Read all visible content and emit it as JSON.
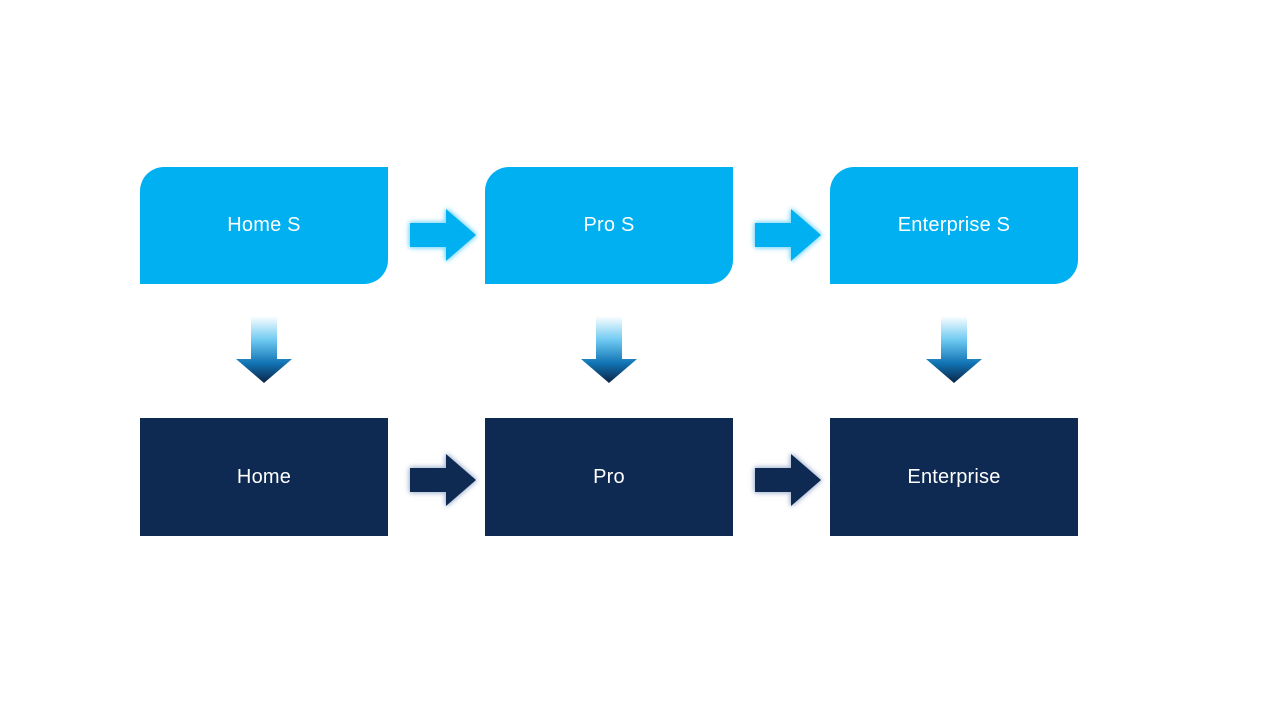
{
  "diagram": {
    "top_row": [
      {
        "label": "Home S"
      },
      {
        "label": "Pro S"
      },
      {
        "label": "Enterprise S"
      }
    ],
    "bottom_row": [
      {
        "label": "Home"
      },
      {
        "label": "Pro"
      },
      {
        "label": "Enterprise"
      }
    ]
  },
  "colors": {
    "background": "#FFFFFF",
    "text": "#FFFFFF",
    "light_blue": "#00B0F0",
    "dark_navy": "#0E2A52",
    "light_glow": "#86DBF9",
    "dark_glow": "#AFBFD6",
    "grad_top": "#F7FDFF",
    "grad_mid": "#6EC9F1",
    "grad_low": "#1173B4",
    "grad_bottom": "#0C2446"
  }
}
